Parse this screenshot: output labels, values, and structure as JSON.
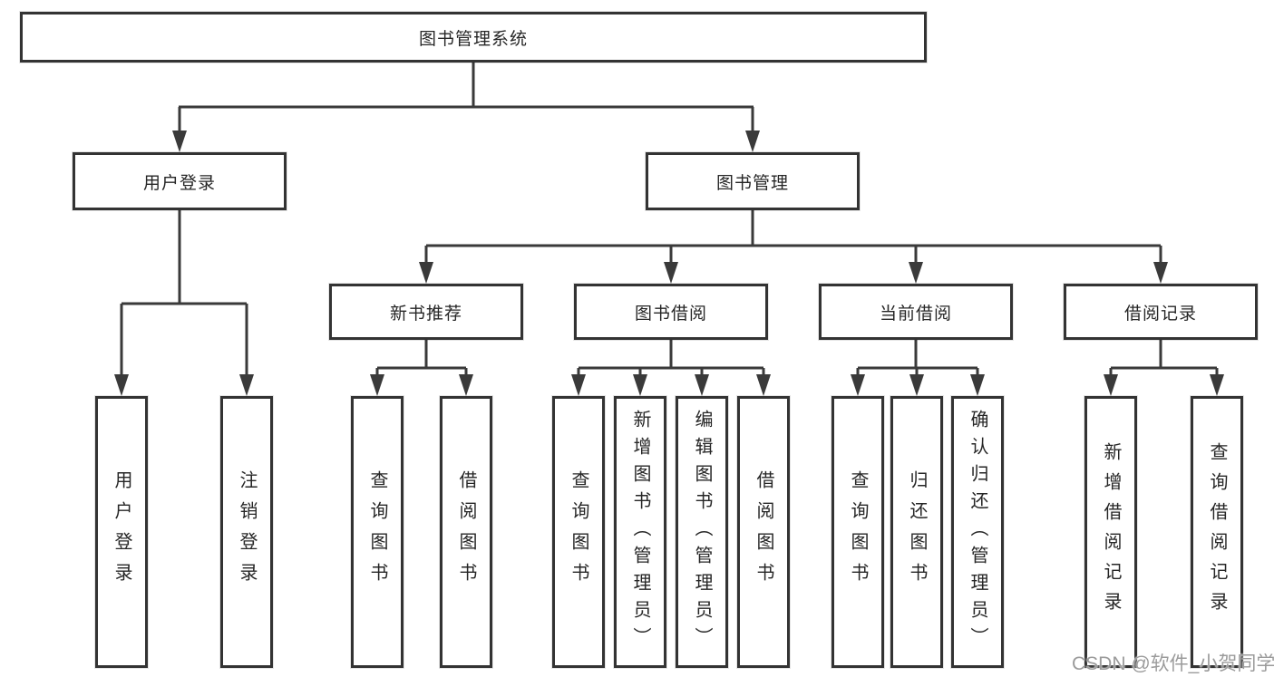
{
  "diagram": {
    "root": {
      "label": "图书管理系统"
    },
    "userLogin": {
      "label": "用户登录",
      "children": [
        {
          "label": "用户登录"
        },
        {
          "label": "注销登录"
        }
      ]
    },
    "bookMgmt": {
      "label": "图书管理",
      "groups": [
        {
          "label": "新书推荐",
          "children": [
            {
              "label": "查询图书"
            },
            {
              "label": "借阅图书"
            }
          ]
        },
        {
          "label": "图书借阅",
          "children": [
            {
              "label": "查询图书"
            },
            {
              "label": "新增图书（管理员）"
            },
            {
              "label": "编辑图书（管理员）"
            },
            {
              "label": "借阅图书"
            }
          ]
        },
        {
          "label": "当前借阅",
          "children": [
            {
              "label": "查询图书"
            },
            {
              "label": "归还图书"
            },
            {
              "label": "确认归还（管理员）"
            }
          ]
        },
        {
          "label": "借阅记录",
          "children": [
            {
              "label": "新增借阅记录"
            },
            {
              "label": "查询借阅记录"
            }
          ]
        }
      ]
    },
    "colors": {
      "line": "#3a3a3a",
      "border": "#333333",
      "text": "#262626",
      "watermark": "#9b9b9b",
      "background": "#ffffff"
    },
    "watermark": {
      "text": "CSDN @软件_小贺同学"
    }
  }
}
